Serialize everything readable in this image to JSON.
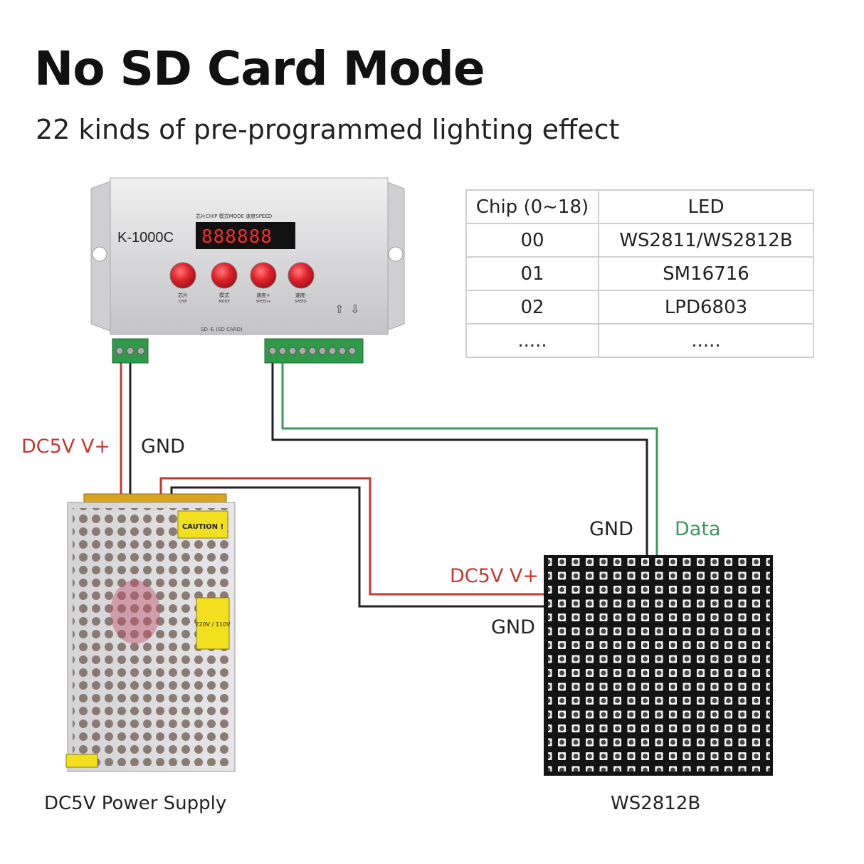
{
  "title": "No SD Card Mode",
  "subtitle": "22 kinds of pre-programmed lighting effect",
  "controller": {
    "model": "K-1000C",
    "display": "888888",
    "header_labels": "芯片CHIP  模式MODE  速度SPEED",
    "buttons": [
      {
        "label": "芯片",
        "sub": "CHIP"
      },
      {
        "label": "模式",
        "sub": "MODE"
      },
      {
        "label": "速度+",
        "sub": "SPEED+"
      },
      {
        "label": "速度-",
        "sub": "SPEED-"
      }
    ],
    "sd_label": "SD 卡 (SD CARD)"
  },
  "chip_table": {
    "headers": [
      "Chip (0~18)",
      "LED"
    ],
    "rows": [
      [
        "00",
        "WS2811/WS2812B"
      ],
      [
        "01",
        "SM16716"
      ],
      [
        "02",
        "LPD6803"
      ],
      [
        ".....",
        "....."
      ]
    ]
  },
  "wire_labels": {
    "psu_vplus": "DC5V V+",
    "psu_gnd": "GND",
    "panel_gnd": "GND",
    "panel_data": "Data",
    "panel_vplus": "DC5V V+",
    "panel_gnd2": "GND"
  },
  "psu": {
    "caption": "DC5V Power Supply",
    "caution_label": "CAUTION !",
    "voltage_label": "220V / 110V"
  },
  "panel": {
    "caption": "WS2812B"
  },
  "colors": {
    "wire_red": "#c8372d",
    "wire_black": "#222222",
    "wire_green": "#3a9a5c",
    "button_red": "#e0222b",
    "display_red": "#ff2a2a",
    "panel_bg": "#141414",
    "terminal_green": "#2f9a4a"
  }
}
